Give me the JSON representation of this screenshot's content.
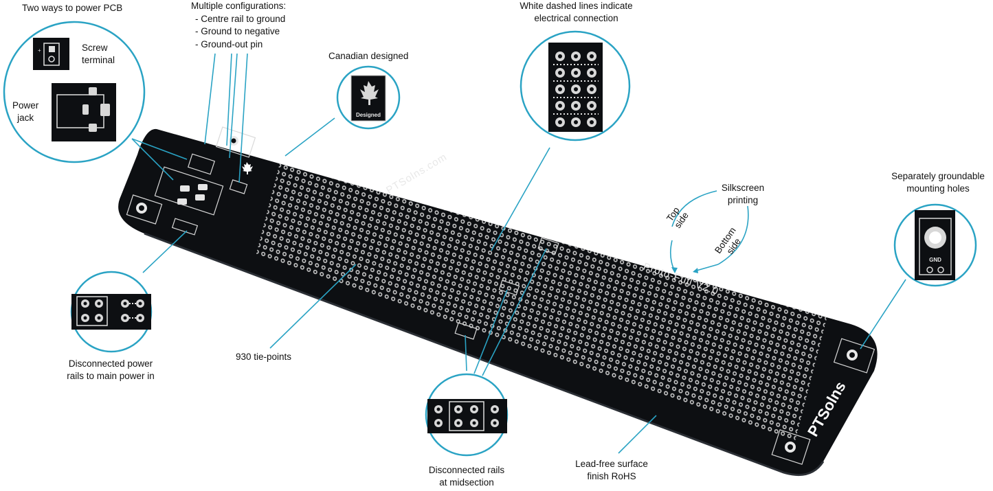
{
  "labels": {
    "two_ways": "Two ways to power PCB",
    "screw_terminal_line1": "Screw",
    "screw_terminal_line2": "terminal",
    "power_jack_line1": "Power",
    "power_jack_line2": "jack",
    "multiple_configs_title": "Multiple configurations:",
    "config_1": "- Centre rail to ground",
    "config_2": "- Ground to negative",
    "config_3": "- Ground-out pin",
    "canadian": "Canadian designed",
    "canadian_badge": "Designed",
    "white_dashed_line1": "White dashed lines indicate",
    "white_dashed_line2": "electrical connection",
    "silkscreen_line1": "Silkscreen",
    "silkscreen_line2": "printing",
    "top_side_line1": "Top",
    "top_side_line2": "side",
    "bottom_side_line1": "Bottom",
    "bottom_side_line2": "side",
    "mounting_line1": "Separately groundable",
    "mounting_line2": "mounting holes",
    "mounting_badge": "GND",
    "disconnected_power_line1": "Disconnected power",
    "disconnected_power_line2": "rails to main power in",
    "tie_points": "930 tie-points",
    "midsection_line1": "Disconnected rails",
    "midsection_line2": "at midsection",
    "lead_free_line1": "Lead-free surface",
    "lead_free_line2": "finish RoHS"
  },
  "board": {
    "url_text": "PTSolns.com",
    "model_text": "Proto-Full V2.0",
    "logo_text": "PTSolns",
    "gnd_text": "GND"
  },
  "colors": {
    "board": "#0d0f12",
    "pad": "#d9d9d9",
    "callout": "#2aa3c4",
    "label": "#111111"
  }
}
